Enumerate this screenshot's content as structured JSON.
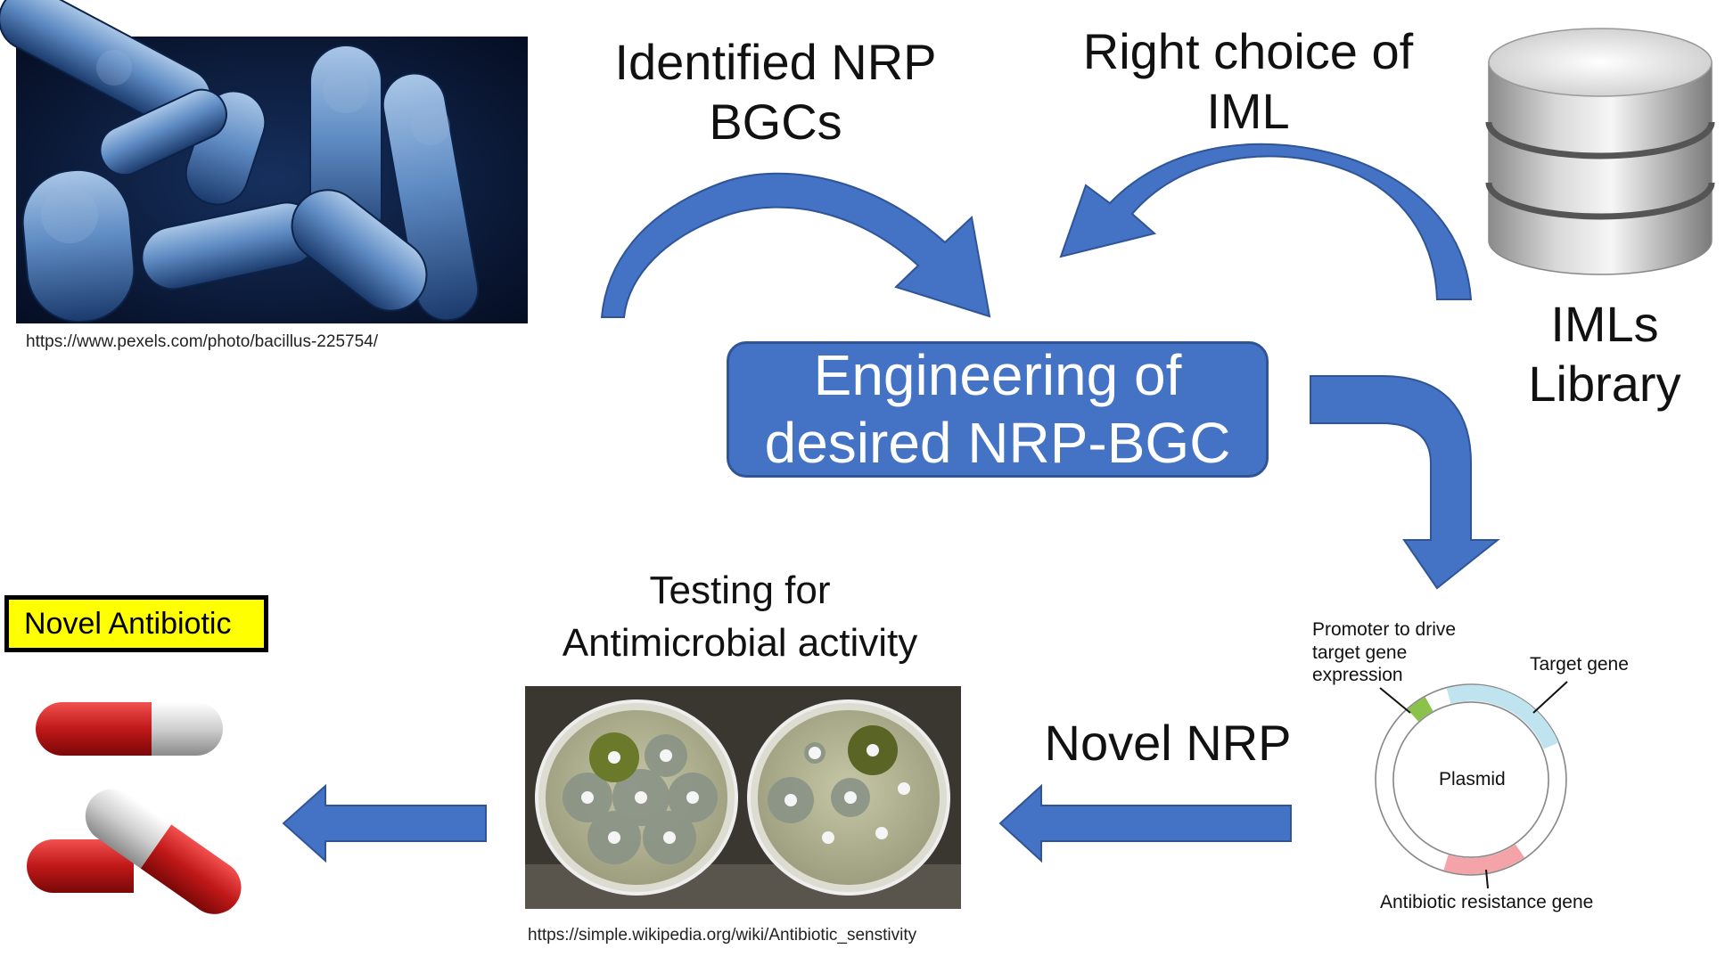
{
  "labels": {
    "identified_nrp": [
      "Identified NRP",
      "BGCs"
    ],
    "right_choice": [
      "Right choice of",
      "IML"
    ],
    "imls_library": [
      "IMLs",
      "Library"
    ],
    "main_box": [
      "Engineering of",
      "desired NRP-BGC"
    ],
    "testing": [
      "Testing for",
      "Antimicrobial activity"
    ],
    "novel_nrp": "Novel NRP",
    "novel_antibiotic": "Novel Antibiotic"
  },
  "urls": {
    "bacillus": "https://www.pexels.com/photo/bacillus-225754/",
    "antibiotic": "https://simple.wikipedia.org/wiki/Antibiotic_senstivity"
  },
  "plasmid": {
    "center": "Plasmid",
    "promoter": [
      "Promoter to drive",
      "target gene",
      "expression"
    ],
    "target_gene": "Target gene",
    "resistance": "Antibiotic resistance gene"
  },
  "colors": {
    "arrow": "#4472c4",
    "arrow_dark": "#2f5597",
    "highlight": "#ffff00",
    "promoter_segment": "#8bc34a",
    "target_segment": "#bfe3ef",
    "resistance_segment": "#f4a3a8"
  },
  "icons": [
    "bacteria-image",
    "database-icon",
    "petri-dish-image",
    "plasmid-diagram",
    "capsule-icon"
  ]
}
